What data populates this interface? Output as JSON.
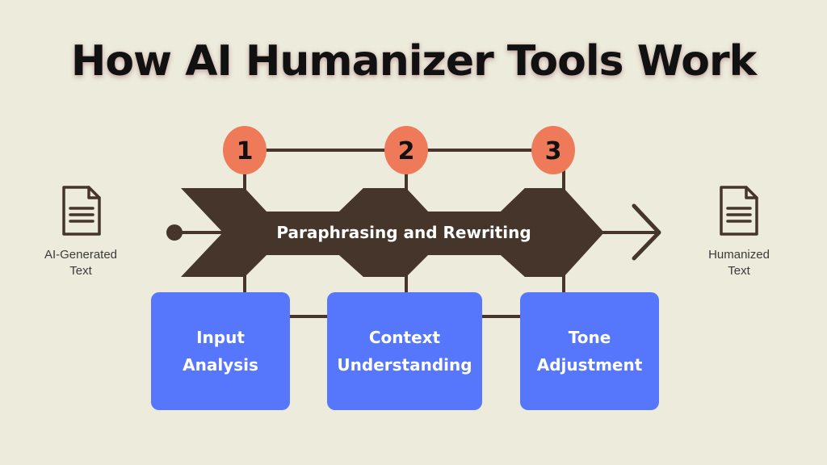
{
  "title": "How AI Humanizer Tools Work",
  "input": {
    "icon": "document-icon",
    "label_line1": "AI-Generated",
    "label_line2": "Text"
  },
  "output": {
    "icon": "document-icon",
    "label_line1": "Humanized",
    "label_line2": "Text"
  },
  "process_band": {
    "label": "Paraphrasing and Rewriting"
  },
  "steps": [
    {
      "number": "1",
      "line1": "Input",
      "line2": "Analysis"
    },
    {
      "number": "2",
      "line1": "Context",
      "line2": "Understanding"
    },
    {
      "number": "3",
      "line1": "Tone",
      "line2": "Adjustment"
    }
  ],
  "colors": {
    "background": "#ecebdc",
    "arrow": "#45352a",
    "step_circle": "#ef7a5a",
    "step_box": "#5677fb",
    "text_dark": "#111111"
  }
}
